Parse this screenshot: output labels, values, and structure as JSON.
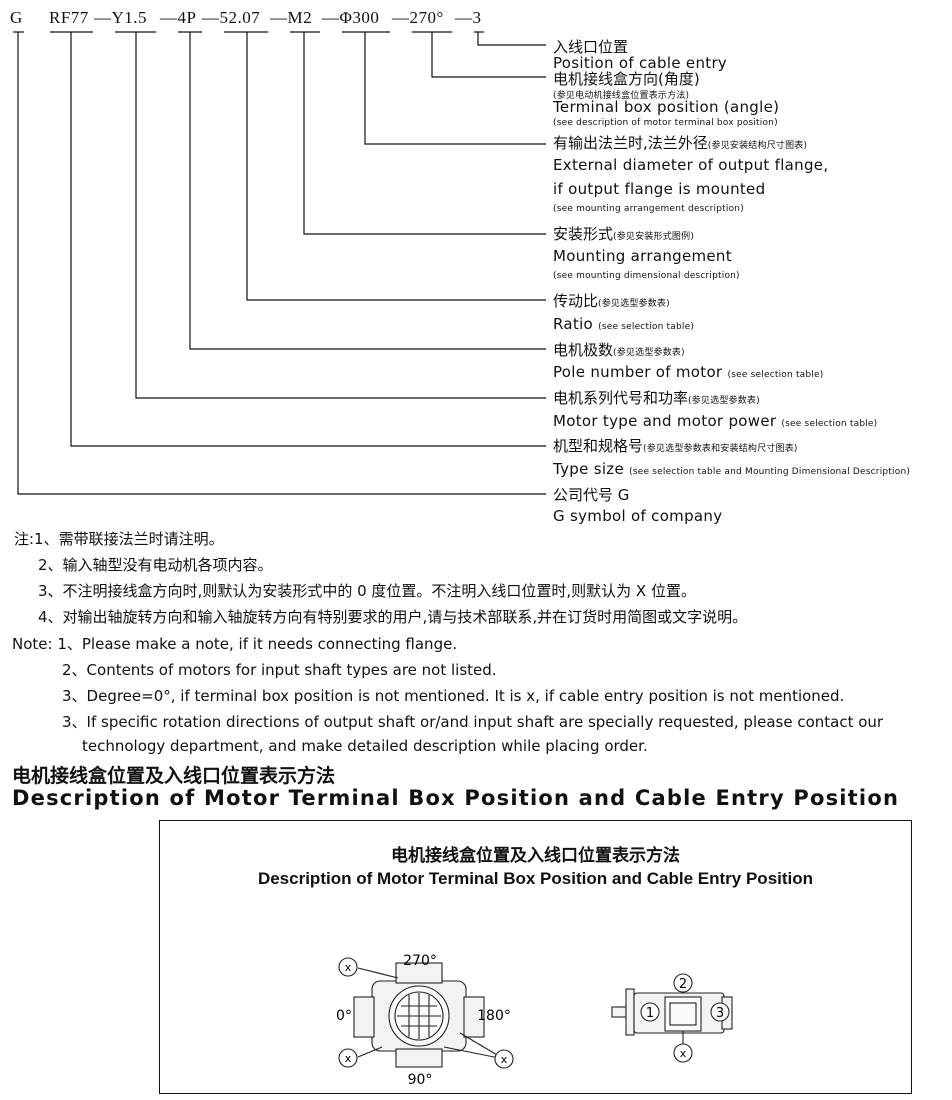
{
  "code": {
    "parts": [
      "G",
      "RF77",
      "—Y1.5",
      "—4P",
      "—52.07",
      "—M2",
      "—Φ300",
      "—270°",
      "—3"
    ]
  },
  "legend": {
    "cable_entry_cn": "入线口位置",
    "cable_entry_en": "Position of cable entry",
    "terminal_cn": "电机接线盒方向(角度)",
    "terminal_cn_note": "(参见电动机接线盒位置表示方法)",
    "terminal_en": "Terminal box position (angle)",
    "terminal_en_note": "(see description of motor terminal box position)",
    "flange_cn": "有输出法兰时,法兰外径",
    "flange_cn_note": "(参见安装结构尺寸图表)",
    "flange_en_1": "External diameter of output flange,",
    "flange_en_2": "if output flange is mounted",
    "flange_en_note": "(see mounting arrangement description)",
    "mount_cn": "安装形式",
    "mount_cn_note": "(参见安装形式图例)",
    "mount_en": "Mounting arrangement",
    "mount_en_note": "(see mounting dimensional description)",
    "ratio_cn": "传动比",
    "ratio_cn_note": "(参见选型参数表)",
    "ratio_en": "Ratio",
    "ratio_en_note": "(see selection table)",
    "pole_cn": "电机极数",
    "pole_cn_note": "(参见选型参数表)",
    "pole_en": "Pole number of motor",
    "pole_en_note": "(see selection table)",
    "motor_cn": "电机系列代号和功率",
    "motor_cn_note": "(参见选型参数表)",
    "motor_en": "Motor type and motor power",
    "motor_en_note": "(see selection table)",
    "type_cn": "机型和规格号",
    "type_cn_note": "(参见选型参数表和安装结构尺寸图表)",
    "type_en": "Type size",
    "type_en_note": "(see selection table and Mounting Dimensional Description)",
    "company_cn": "公司代号 G",
    "company_en": "G symbol of company"
  },
  "notes_cn": [
    "注:1、需带联接法兰时请注明。",
    "2、输入轴型没有电动机各项内容。",
    "3、不注明接线盒方向时,则默认为安装形式中的 0 度位置。不注明入线口位置时,则默认为 X 位置。",
    "4、对输出轴旋转方向和输入轴旋转方向有特别要求的用户,请与技术部联系,并在订货时用简图或文字说明。"
  ],
  "notes_en": [
    "Note: 1、Please make a note, if it needs connecting flange.",
    "2、Contents of motors for input shaft types are not listed.",
    "3、Degree=0°, if terminal box position is not mentioned. It is x, if cable entry position is not mentioned.",
    "3、If specific rotation directions of output shaft or/and input shaft are specially requested, please contact our",
    "technology department, and make detailed description while placing order."
  ],
  "section": {
    "title_cn": "电机接线盒位置及入线口位置表示方法",
    "title_en": "Description of Motor Terminal Box Position and Cable Entry Position"
  },
  "box": {
    "title_cn": "电机接线盒位置及入线口位置表示方法",
    "title_en": "Description of Motor Terminal Box Position and Cable Entry Position",
    "angle_270": "270°",
    "angle_0": "0°",
    "angle_180": "180°",
    "angle_90": "90°",
    "entry_x": "x",
    "entry_1": "1",
    "entry_2": "2",
    "entry_3": "3"
  }
}
